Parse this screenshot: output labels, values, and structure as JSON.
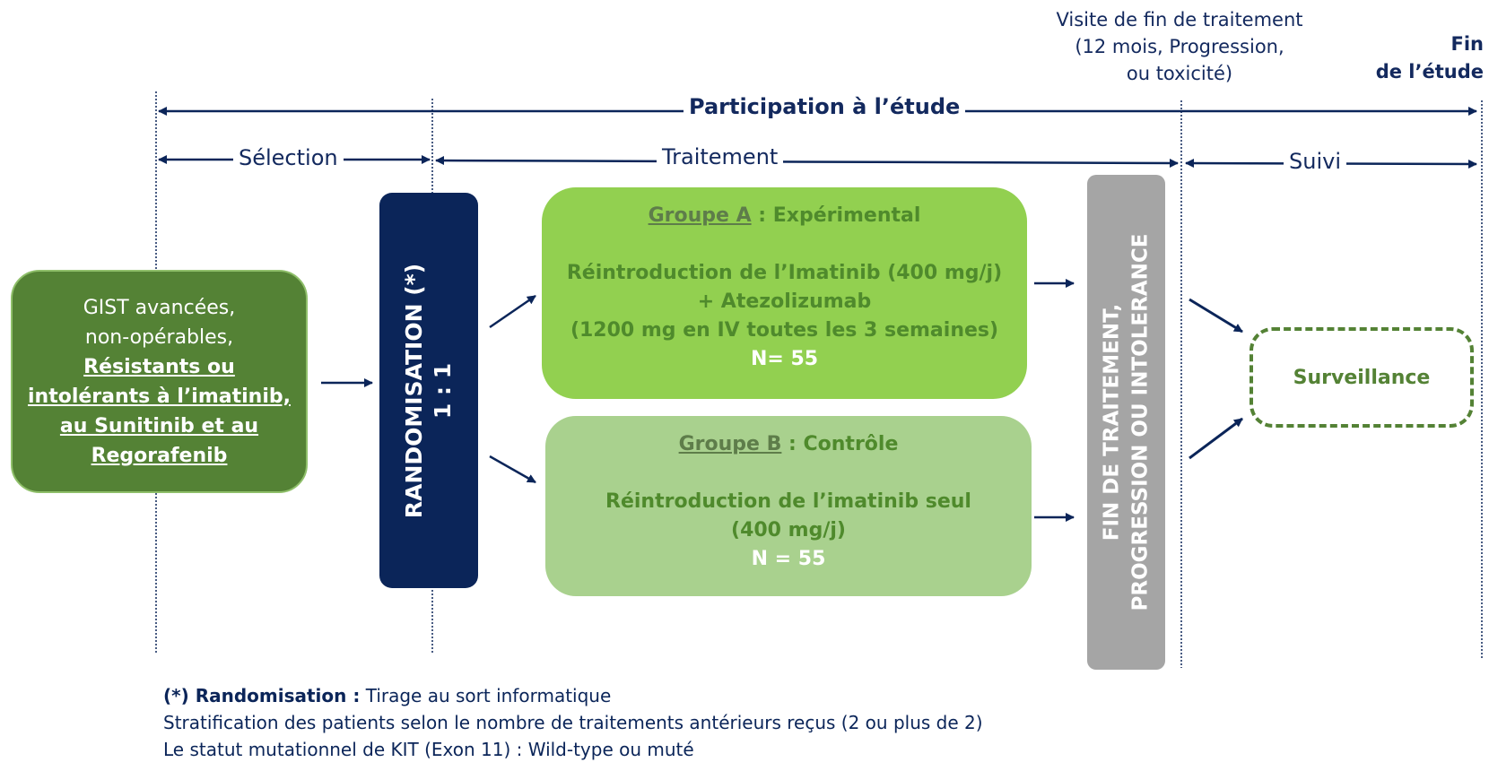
{
  "header": {
    "end_visit": [
      "Visite de fin de traitement",
      "(12 mois, Progression,",
      "ou toxicité)"
    ],
    "end_study": [
      "Fin",
      "de l’étude"
    ]
  },
  "timeline": {
    "participation": "Participation à l’étude",
    "selection": "Sélection",
    "treatment": "Traitement",
    "follow_up": "Suivi"
  },
  "inclusion": {
    "line1": "GIST avancées,",
    "line2": "non-opérables,",
    "line3": "Résistants ou",
    "line4": "intolérants à l’imatinib,",
    "line5": "au Sunitinib et au",
    "line6": "Regorafenib"
  },
  "randomisation": {
    "label": "RANDOMISATION (*)",
    "ratio": "1 : 1"
  },
  "group_a": {
    "name": "Groupe A",
    "arm": " : Expérimental",
    "line1": "Réintroduction de l’Imatinib (400 mg/j)",
    "line2": "+ Atezolizumab",
    "line3": "(1200 mg en IV toutes les 3 semaines)",
    "n": "N= 55"
  },
  "group_b": {
    "name": "Groupe B",
    "arm": " :  Contrôle",
    "line1": "Réintroduction de l’imatinib seul",
    "line2": "(400 mg/j)",
    "n": "N = 55"
  },
  "end_box": {
    "line1": "FIN DE TRAITEMENT,",
    "line2": "PROGRESSION OU INTOLERANCE"
  },
  "surveillance": "Surveillance",
  "footnote": {
    "marker": "(*) ",
    "title": "Randomisation :",
    "desc": " Tirage au sort informatique",
    "line2": "Stratification des patients selon le nombre de traitements antérieurs reçus (2 ou plus de 2)",
    "line3": "Le statut mutationnel de KIT (Exon 11) :  Wild-type ou muté"
  },
  "colors": {
    "navy": "#0b2559",
    "dark_green": "#548235",
    "light_green": "#92d050",
    "pale_green": "#a9d18e",
    "gray": "#a5a5a5",
    "text_green": "#4f8a2c"
  }
}
